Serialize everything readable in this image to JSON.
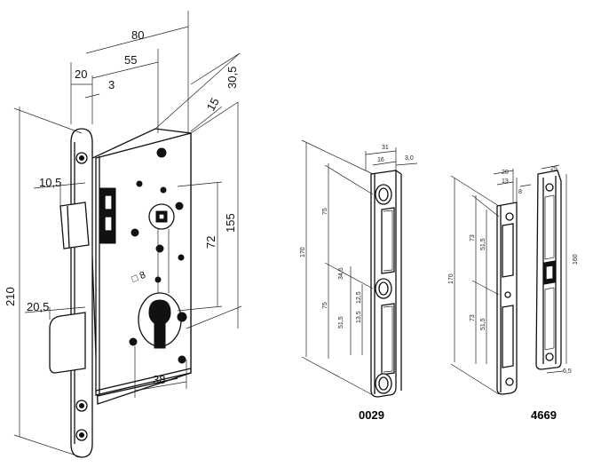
{
  "lock_body": {
    "dims": {
      "width_80": "80",
      "width_55": "55",
      "width_20": "20",
      "width_3": "3",
      "depth_30_5": "30,5",
      "depth_15": "15",
      "height_210": "210",
      "height_155": "155",
      "height_72": "72",
      "latch_10_5": "10,5",
      "bolt_20_5": "20,5",
      "spindle_8": "□ 8",
      "cyl_38": "38"
    }
  },
  "strike_0029": {
    "code": "0029",
    "dims": {
      "w_31": "31",
      "w_16": "16",
      "t_3": "3,0",
      "h_170": "170",
      "h_75a": "75",
      "h_75b": "75",
      "h_34_5": "34,5",
      "h_12_5": "12,5",
      "h_13_5": "13,5",
      "h_51_5": "51,5"
    }
  },
  "strike_4669": {
    "code": "4669",
    "dims": {
      "w_20": "20",
      "w_13": "13",
      "t_8": "8",
      "w_25": "25",
      "h_170": "170",
      "h_160": "160",
      "h_73a": "73",
      "h_73b": "73",
      "h_51_5a": "51,5",
      "h_51_5b": "51,5",
      "d_6_5": "6,5"
    }
  }
}
